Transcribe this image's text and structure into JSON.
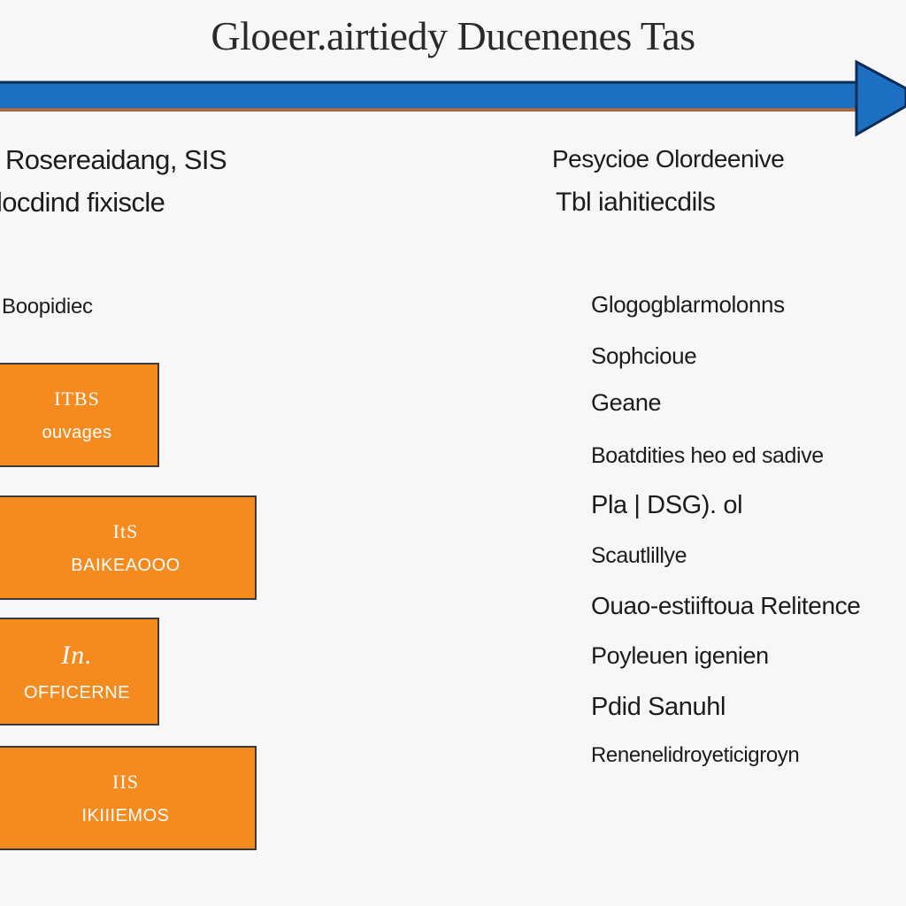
{
  "diagram": {
    "title": "Gloeer.airtiedy Ducenenes Tas",
    "accent_color": "#1c6fc1",
    "box_color": "#f58a1f"
  },
  "left": {
    "heading_line1": "Rosereaidang, SIS",
    "heading_line2": "locdind fixiscle",
    "subheading": "Boopidiec",
    "boxes": [
      {
        "code": "ITBS",
        "label": "ouvages"
      },
      {
        "code": "ItS",
        "label": "BAIKEAOOO"
      },
      {
        "code": "In.",
        "label": "OFFICERNE"
      },
      {
        "code": "IIS",
        "label": "IKIIIEMOS"
      }
    ]
  },
  "right": {
    "heading_line1": "Pesycioe Olordeenive",
    "heading_line2": "Tbl iahitiecdils",
    "items": [
      "Glogogblarmolonns",
      "Sophcioue",
      "Geane",
      "Boatdities heo ed sadive",
      "Pla | DSG). ol",
      "Scautlillye",
      "Ouao-estiiftoua Relitence",
      "Poyleuen igenien",
      "Pdid Sanuhl",
      "Renenelidroyeticigroyn"
    ]
  }
}
